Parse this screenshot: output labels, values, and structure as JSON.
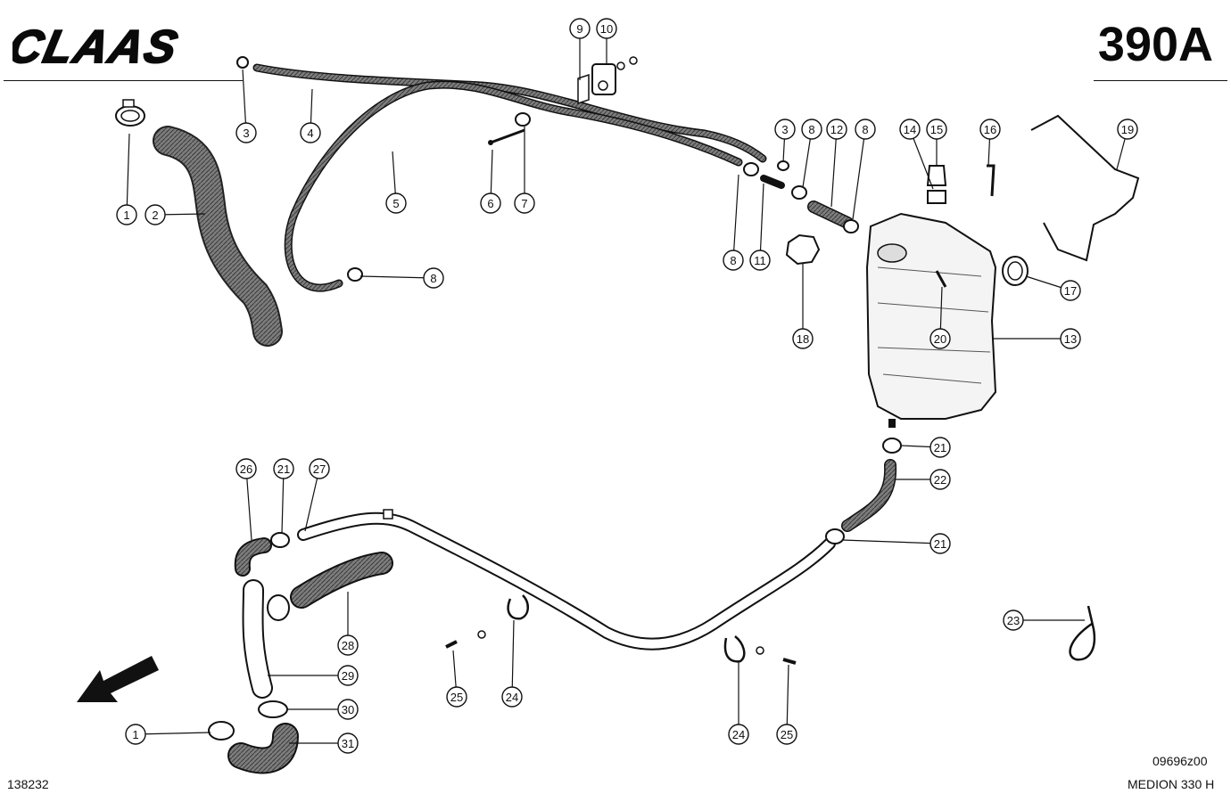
{
  "header": {
    "brand": "CLAAS",
    "page_number": "390A"
  },
  "footer": {
    "drawing_id": "138232",
    "figure_code": "09696z00",
    "model": "MEDION 330 H"
  },
  "callouts": [
    {
      "id": "c1a",
      "label": "1"
    },
    {
      "id": "c2",
      "label": "2"
    },
    {
      "id": "c3a",
      "label": "3"
    },
    {
      "id": "c4",
      "label": "4"
    },
    {
      "id": "c5",
      "label": "5"
    },
    {
      "id": "c6",
      "label": "6"
    },
    {
      "id": "c7",
      "label": "7"
    },
    {
      "id": "c8a",
      "label": "8"
    },
    {
      "id": "c9",
      "label": "9"
    },
    {
      "id": "c10",
      "label": "10"
    },
    {
      "id": "c3b",
      "label": "3"
    },
    {
      "id": "c8b",
      "label": "8"
    },
    {
      "id": "c12",
      "label": "12"
    },
    {
      "id": "c8c",
      "label": "8"
    },
    {
      "id": "c14",
      "label": "14"
    },
    {
      "id": "c15",
      "label": "15"
    },
    {
      "id": "c16",
      "label": "16"
    },
    {
      "id": "c19",
      "label": "19"
    },
    {
      "id": "c8d",
      "label": "8"
    },
    {
      "id": "c11",
      "label": "11"
    },
    {
      "id": "c17",
      "label": "17"
    },
    {
      "id": "c18",
      "label": "18"
    },
    {
      "id": "c20",
      "label": "20"
    },
    {
      "id": "c13",
      "label": "13"
    },
    {
      "id": "c21a",
      "label": "21"
    },
    {
      "id": "c22",
      "label": "22"
    },
    {
      "id": "c26",
      "label": "26"
    },
    {
      "id": "c21b",
      "label": "21"
    },
    {
      "id": "c27",
      "label": "27"
    },
    {
      "id": "c21c",
      "label": "21"
    },
    {
      "id": "c23",
      "label": "23"
    },
    {
      "id": "c28",
      "label": "28"
    },
    {
      "id": "c29",
      "label": "29"
    },
    {
      "id": "c30",
      "label": "30"
    },
    {
      "id": "c31",
      "label": "31"
    },
    {
      "id": "c1b",
      "label": "1"
    },
    {
      "id": "c25a",
      "label": "25"
    },
    {
      "id": "c24a",
      "label": "24"
    },
    {
      "id": "c24b",
      "label": "24"
    },
    {
      "id": "c25b",
      "label": "25"
    }
  ]
}
